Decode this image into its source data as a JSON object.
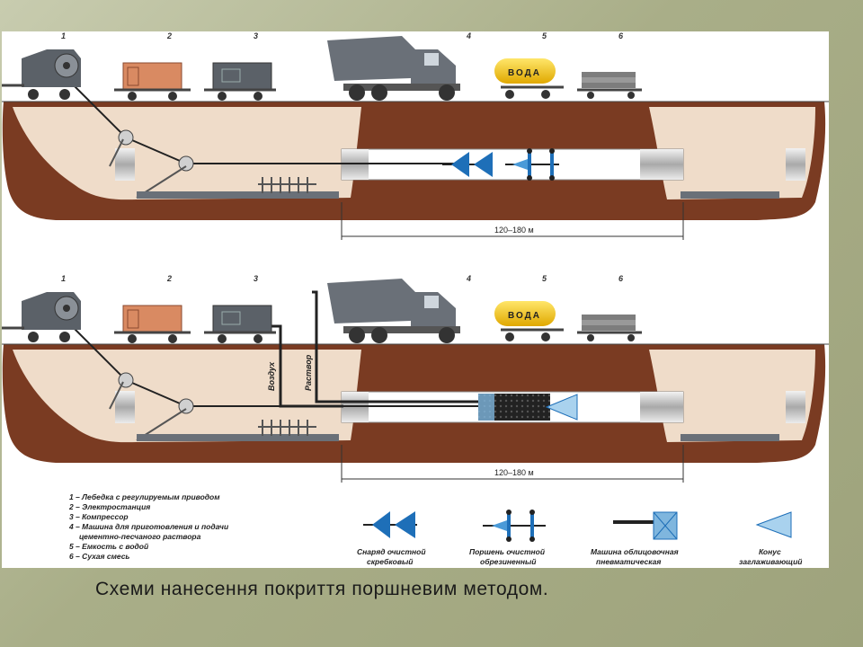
{
  "slide": {
    "caption": "Схеми нанесення покриття поршневим методом."
  },
  "diagram": {
    "equipment_numbers": [
      "1",
      "2",
      "3",
      "4",
      "5",
      "6"
    ],
    "tank_label": "ВОДА",
    "distance_label": "120–180 м",
    "hose_air_label": "Воздух",
    "hose_mortar_label": "Раствор",
    "legend_items": [
      "1 – Лебедка с регулируемым приводом",
      "2 – Электростанция",
      "3 – Компрессор",
      "4 – Машина для приготовления и подачи",
      "цементно-песчаного раствора",
      "5 – Емкость с водой",
      "6 – Сухая смесь"
    ],
    "tool_labels": [
      [
        "Снаряд очистной",
        "скребковый"
      ],
      [
        "Поршень очистной",
        "обрезиненный"
      ],
      [
        "Машина облицовочная",
        "пневматическая"
      ],
      [
        "Конус",
        "заглаживающий"
      ]
    ],
    "colors": {
      "soil": "#7a3b22",
      "trench": "#efdcc9",
      "pipe": "#c8c8c8",
      "tool_blue": "#1e6fb8",
      "generator": "#d98a62",
      "compressor": "#5b6168",
      "tank": "#f4c300"
    }
  }
}
